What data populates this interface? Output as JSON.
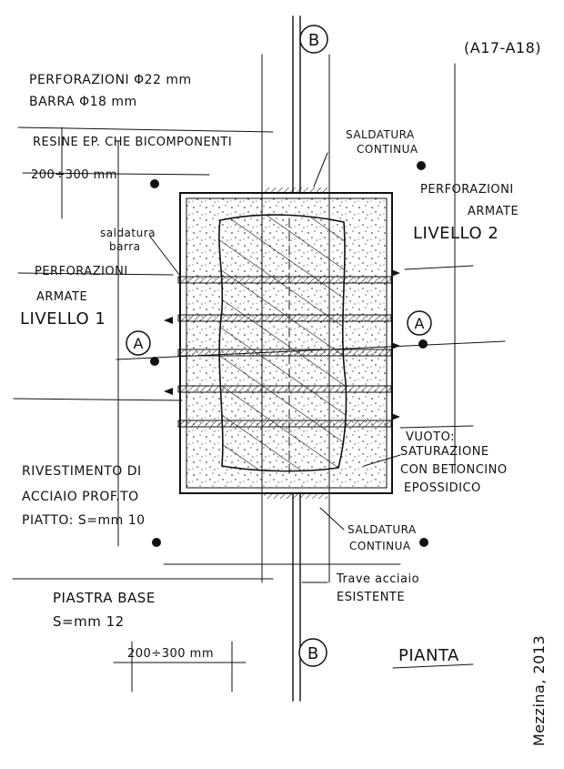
{
  "drawing": {
    "ref_code": "(A17-A18)",
    "section_top": "B",
    "section_bottom": "B",
    "section_left": "A",
    "section_right": "A",
    "drill_1": "PERFORAZIONI Φ22 mm",
    "drill_2": "BARRA Φ18 mm",
    "resin": "RESINE EP. CHE BICOMPONENTI",
    "spacing_top": "200÷300 mm",
    "weld_top_1": "SALDATURA",
    "weld_top_2": "CONTINUA",
    "bar_weld_1": "saldatura",
    "bar_weld_2": "barra",
    "lvl2_1": "PERFORAZIONI",
    "lvl2_2": "ARMATE",
    "lvl2_3": "LIVELLO 2",
    "lvl1_1": "PERFORAZIONI",
    "lvl1_2": "ARMATE",
    "lvl1_3": "LIVELLO 1",
    "void_1": "VUOTO:",
    "void_2": "SATURAZIONE",
    "void_3": "CON BETONCINO",
    "void_4": "EPOSSIDICO",
    "cladding_1": "RIVESTIMENTO DI",
    "cladding_2": "ACCIAIO PROF.TO",
    "cladding_3": "PIATTO: S=mm 10",
    "weld_bot_1": "SALDATURA",
    "weld_bot_2": "CONTINUA",
    "beam_1": "Trave acciaio",
    "beam_2": "ESISTENTE",
    "plate_1": "PIASTRA BASE",
    "plate_2": "S=mm 12",
    "spacing_bottom": "200÷300 mm",
    "view_label": "PIANTA",
    "signature": "Mezzina, 2013"
  }
}
